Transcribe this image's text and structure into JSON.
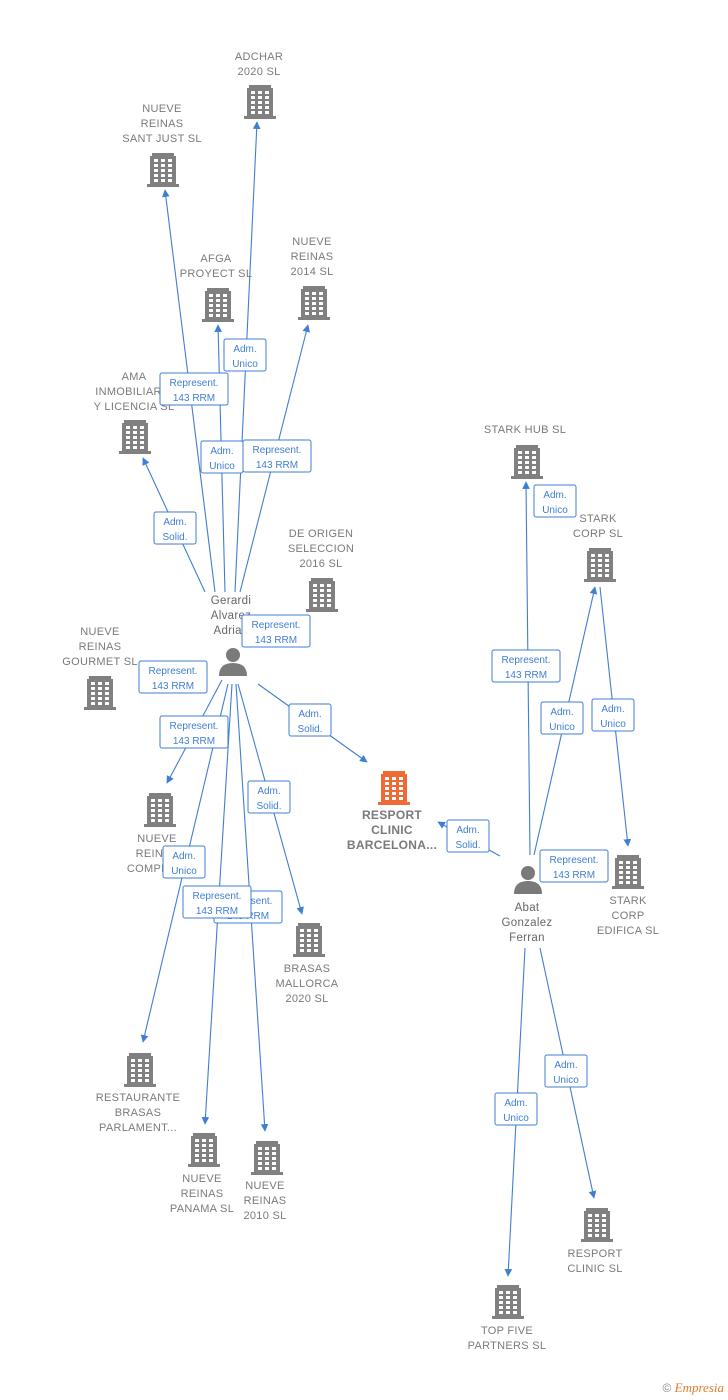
{
  "colors": {
    "edge": "#3f7fd1",
    "company": "#808080",
    "main_company": "#f06a35",
    "person": "#7a7a7a"
  },
  "footer": {
    "copyright": "©",
    "brand": "Empresia"
  },
  "companies": [
    {
      "id": "adchar",
      "lines": [
        "ADCHAR",
        "2020  SL"
      ]
    },
    {
      "id": "nueve-sant-just",
      "lines": [
        "NUEVE",
        "REINAS",
        "SANT JUST  SL"
      ]
    },
    {
      "id": "afga",
      "lines": [
        "AFGA",
        "PROYECT  SL"
      ]
    },
    {
      "id": "nueve-2014",
      "lines": [
        "NUEVE",
        "REINAS",
        "2014  SL"
      ]
    },
    {
      "id": "ama",
      "lines": [
        "AMA",
        "INMOBILIARIA",
        "Y LICENCIA  SL"
      ]
    },
    {
      "id": "de-origen",
      "lines": [
        "DE ORIGEN",
        "SELECCION",
        "2016  SL"
      ]
    },
    {
      "id": "nueve-gourmet",
      "lines": [
        "NUEVE",
        "REINAS",
        "GOURMET  SL"
      ]
    },
    {
      "id": "nueve-compra",
      "lines": [
        "NUEVE",
        "REINAS",
        "COMPRA..."
      ]
    },
    {
      "id": "resport-barcelona",
      "lines": [
        "RESPORT",
        "CLINIC",
        "BARCELONA..."
      ]
    },
    {
      "id": "brasas-mallorca",
      "lines": [
        "BRASAS",
        "MALLORCA",
        "2020  SL"
      ]
    },
    {
      "id": "restaurante",
      "lines": [
        "RESTAURANTE",
        "BRASAS",
        "PARLAMENT..."
      ]
    },
    {
      "id": "nueve-panama",
      "lines": [
        "NUEVE",
        "REINAS",
        "PANAMA  SL"
      ]
    },
    {
      "id": "nueve-2010",
      "lines": [
        "NUEVE",
        "REINAS",
        "2010 SL"
      ]
    },
    {
      "id": "stark-hub",
      "lines": [
        "STARK HUB  SL"
      ]
    },
    {
      "id": "stark-corp",
      "lines": [
        "STARK",
        "CORP  SL"
      ]
    },
    {
      "id": "stark-edifica",
      "lines": [
        "STARK",
        "CORP",
        "EDIFICA  SL"
      ]
    },
    {
      "id": "resport-clinic",
      "lines": [
        "RESPORT",
        "CLINIC  SL"
      ]
    },
    {
      "id": "top-five",
      "lines": [
        "TOP FIVE",
        "PARTNERS  SL"
      ]
    }
  ],
  "persons": [
    {
      "id": "gerardi",
      "lines": [
        "Gerardi",
        "Alvarez",
        "Adrian"
      ]
    },
    {
      "id": "abat",
      "lines": [
        "Abat",
        "Gonzalez",
        "Ferran"
      ]
    }
  ],
  "relations": [
    {
      "id": "r1",
      "lines": [
        "Adm.",
        "Unico"
      ]
    },
    {
      "id": "r2",
      "lines": [
        "Represent.",
        "143 RRM"
      ]
    },
    {
      "id": "r3",
      "lines": [
        "Adm.",
        "Unico"
      ]
    },
    {
      "id": "r4",
      "lines": [
        "Represent.",
        "143 RRM"
      ]
    },
    {
      "id": "r5",
      "lines": [
        "Adm.",
        "Solid."
      ]
    },
    {
      "id": "r6",
      "lines": [
        "Represent.",
        "143 RRM"
      ]
    },
    {
      "id": "r7",
      "lines": [
        "Represent.",
        "143 RRM"
      ]
    },
    {
      "id": "r8",
      "lines": [
        "Adm.",
        "Solid."
      ]
    },
    {
      "id": "r9",
      "lines": [
        "Represent.",
        "143 RRM"
      ]
    },
    {
      "id": "r10",
      "lines": [
        "Adm.",
        "Solid."
      ]
    },
    {
      "id": "r11",
      "lines": [
        "Adm.",
        "Unico"
      ]
    },
    {
      "id": "r12",
      "lines": [
        "Represent.",
        "143 RRM"
      ]
    },
    {
      "id": "r13",
      "lines": [
        "Represent.",
        "143 RRM"
      ]
    },
    {
      "id": "r14",
      "lines": [
        "Adm.",
        "Unico"
      ]
    },
    {
      "id": "r15",
      "lines": [
        "Represent.",
        "143 RRM"
      ]
    },
    {
      "id": "r16",
      "lines": [
        "Adm.",
        "Unico"
      ]
    },
    {
      "id": "r17",
      "lines": [
        "Adm.",
        "Unico"
      ]
    },
    {
      "id": "r18",
      "lines": [
        "Adm.",
        "Solid."
      ]
    },
    {
      "id": "r19",
      "lines": [
        "Represent.",
        "143 RRM"
      ]
    },
    {
      "id": "r20",
      "lines": [
        "Adm.",
        "Unico"
      ]
    },
    {
      "id": "r21",
      "lines": [
        "Adm.",
        "Unico"
      ]
    }
  ]
}
